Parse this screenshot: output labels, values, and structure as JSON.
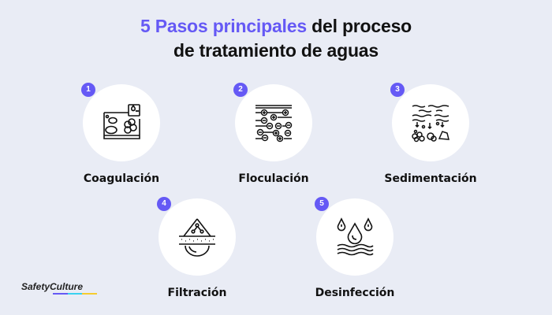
{
  "title": {
    "accent": "5 Pasos principales",
    "rest_line1": " del proceso",
    "line2": "de tratamiento de aguas"
  },
  "colors": {
    "accent": "#6559f5",
    "background": "#e9ecf5",
    "circle": "#ffffff",
    "text": "#111111"
  },
  "steps": [
    {
      "number": "1",
      "label": "Coagulación",
      "icon": "coagulation-icon"
    },
    {
      "number": "2",
      "label": "Floculación",
      "icon": "flocculation-icon"
    },
    {
      "number": "3",
      "label": "Sedimentación",
      "icon": "sedimentation-icon"
    },
    {
      "number": "4",
      "label": "Filtración",
      "icon": "filtration-icon"
    },
    {
      "number": "5",
      "label": "Desinfección",
      "icon": "disinfection-icon"
    }
  ],
  "logo": {
    "text": "SafetyCulture",
    "bar_colors": [
      "#6559f5",
      "#3ad1f0",
      "#f5cc2e"
    ]
  }
}
